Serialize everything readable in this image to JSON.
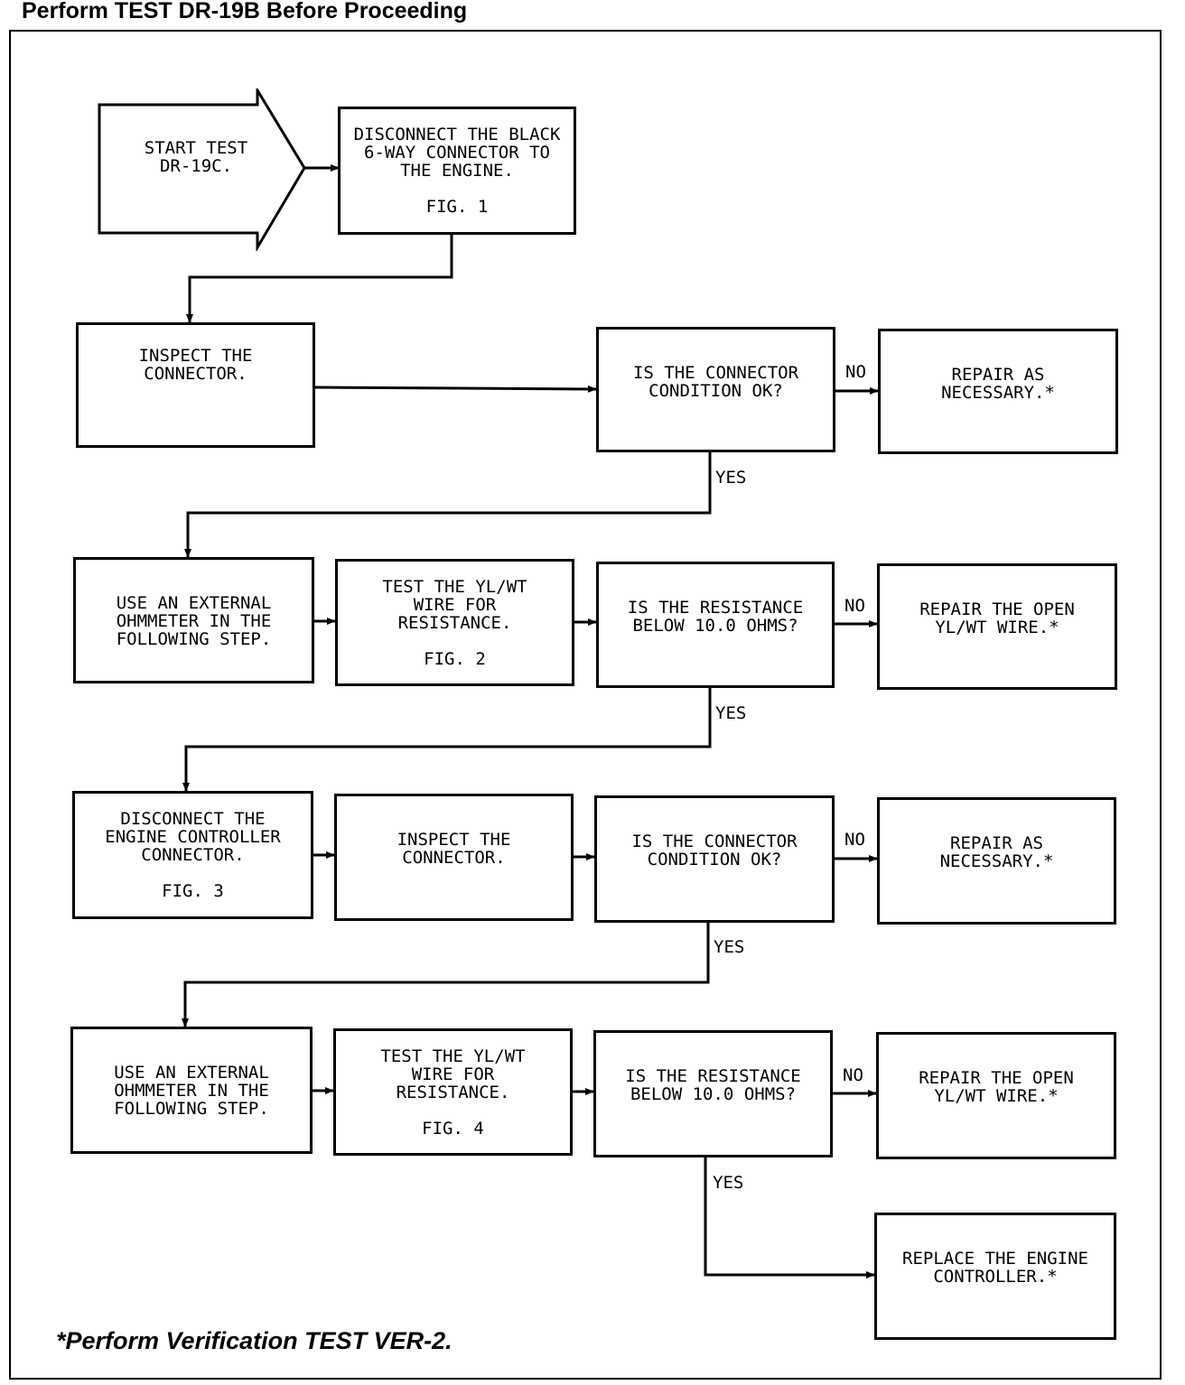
{
  "header": "Perform TEST DR-19B Before Proceeding",
  "start": "START TEST\nDR-19C.",
  "boxes": {
    "disconnect_black": {
      "text": "DISCONNECT THE BLACK\n6-WAY CONNECTOR TO\nTHE ENGINE.",
      "fig": "FIG. 1"
    },
    "inspect_1": {
      "text": "INSPECT THE\nCONNECTOR."
    },
    "condition_q_1": {
      "text": "IS THE CONNECTOR\nCONDITION OK?"
    },
    "repair_1": {
      "text": "REPAIR AS\nNECESSARY.*"
    },
    "ohmmeter_1": {
      "text": "USE AN EXTERNAL\nOHMMETER IN THE\nFOLLOWING STEP."
    },
    "test_wire_1": {
      "text": "TEST THE YL/WT\nWIRE FOR\nRESISTANCE.",
      "fig": "FIG. 2"
    },
    "resistance_q_1": {
      "text": "IS THE RESISTANCE\nBELOW 10.0 OHMS?"
    },
    "repair_open_1": {
      "text": "REPAIR THE OPEN\nYL/WT WIRE.*"
    },
    "disconnect_ecm": {
      "text": "DISCONNECT THE\nENGINE CONTROLLER\nCONNECTOR.",
      "fig": "FIG. 3"
    },
    "inspect_2": {
      "text": "INSPECT THE\nCONNECTOR."
    },
    "condition_q_2": {
      "text": "IS THE CONNECTOR\nCONDITION OK?"
    },
    "repair_2": {
      "text": "REPAIR AS\nNECESSARY.*"
    },
    "ohmmeter_2": {
      "text": "USE AN EXTERNAL\nOHMMETER IN THE\nFOLLOWING STEP."
    },
    "test_wire_2": {
      "text": "TEST THE YL/WT\nWIRE FOR\nRESISTANCE.",
      "fig": "FIG. 4"
    },
    "resistance_q_2": {
      "text": "IS THE RESISTANCE\nBELOW 10.0 OHMS?"
    },
    "repair_open_2": {
      "text": "REPAIR THE OPEN\nYL/WT WIRE.*"
    },
    "replace_controller": {
      "text": "REPLACE THE ENGINE\nCONTROLLER.*"
    }
  },
  "labels": {
    "no": "NO",
    "yes": "YES"
  },
  "footer": "*Perform Verification TEST VER-2."
}
